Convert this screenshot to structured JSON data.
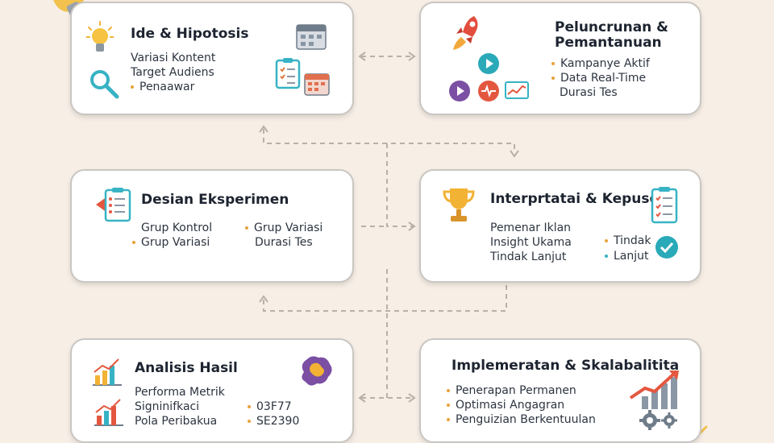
{
  "cards": {
    "ide": {
      "title": "Ide & Hipotosis",
      "lines": [
        "Variasi Kontent",
        "Target Audiens",
        "Penaawar"
      ]
    },
    "peluncuran": {
      "title1": "Peluncrunan &",
      "title2": "Pemantanuan",
      "lines": [
        "Kampanye Aktif",
        "Data Real-Time",
        "Durasi Tes"
      ]
    },
    "desain": {
      "title": "Desian Eksperimen",
      "left": [
        "Grup Kontrol",
        "Grup Variasi"
      ],
      "right": [
        "Grup Variasi",
        "Durasi Tes"
      ]
    },
    "interpretasi": {
      "title": "Interprtatai & Kepuson",
      "left": [
        "Pemenar Iklan",
        "Insight Ukama",
        "Tindak Lanjut"
      ],
      "right": [
        "Tindak",
        "Lanjut"
      ]
    },
    "analisis": {
      "title": "Analisis Hasil",
      "left": [
        "Performa Metrik",
        "Signinifkaci",
        "Pola Peribakua"
      ],
      "right": [
        "03F77",
        "SE2390"
      ]
    },
    "implementasi": {
      "title": "Implemeratan & Skalabalitita",
      "lines": [
        "Penerapan Permanen",
        "Optimasi Angagran",
        "Penguizian Berkentuulan"
      ]
    }
  },
  "icons": {
    "ide": [
      "lightbulb-icon",
      "magnifier-icon",
      "calendar-icon",
      "checklist-icon"
    ],
    "peluncuran": [
      "rocket-icon",
      "play-icon",
      "heartbeat-icon",
      "chart-screen-icon"
    ],
    "desain": [
      "clipboard-icon"
    ],
    "interpretasi": [
      "trophy-icon",
      "checklist-icon",
      "checkmark-icon"
    ],
    "analisis": [
      "bar-chart-icon",
      "brain-icon"
    ],
    "implementasi": [
      "growth-chart-icon",
      "gears-icon"
    ]
  },
  "colors": {
    "background": "#f7efe6",
    "bullet": "#e8a23a",
    "teal": "#37b3c4",
    "connector": "#b9b0a8"
  }
}
